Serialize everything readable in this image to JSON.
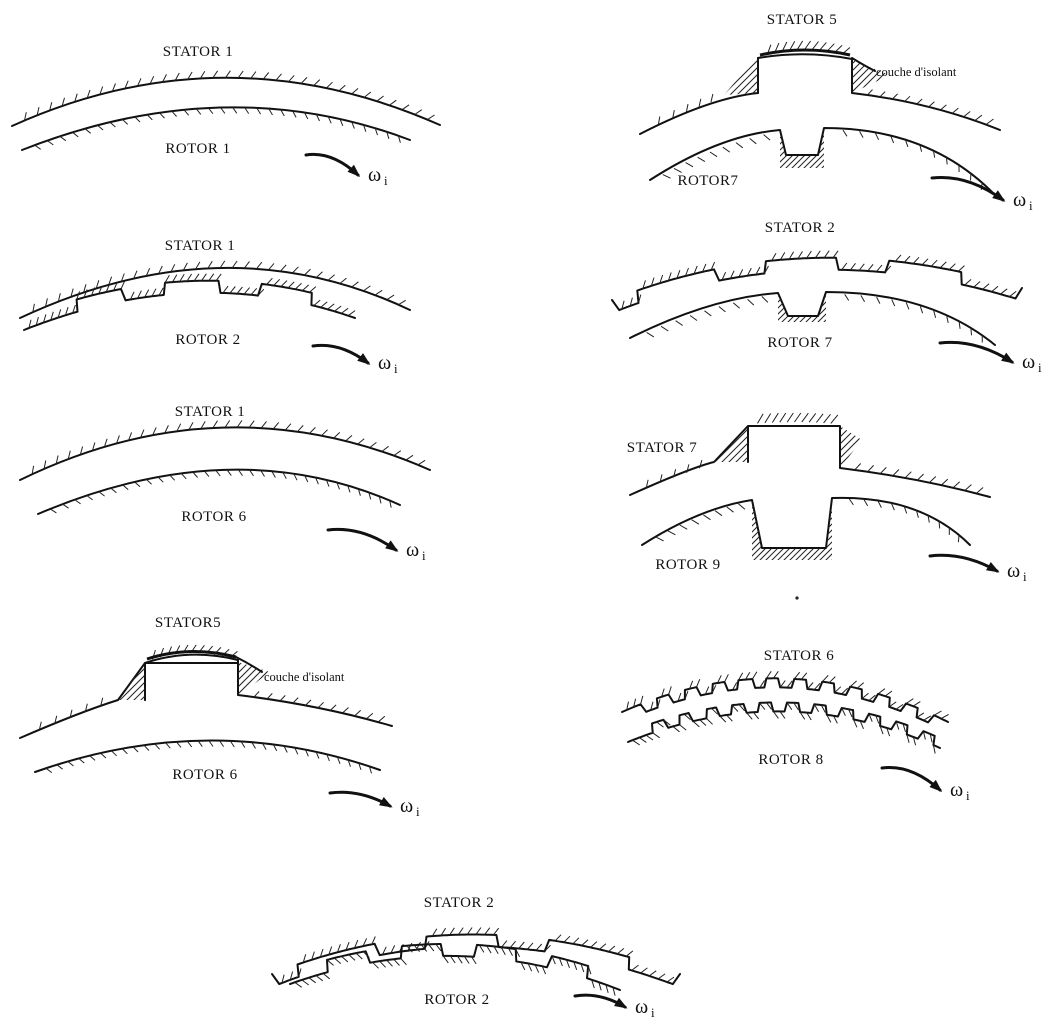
{
  "panels": [
    {
      "id": "p1",
      "stator": "STATOR 1",
      "rotor": "ROTOR 1",
      "omega": "ω",
      "omega_sub": "i"
    },
    {
      "id": "p2",
      "stator": "STATOR 1",
      "rotor": "ROTOR 2",
      "omega": "ω",
      "omega_sub": "i"
    },
    {
      "id": "p3",
      "stator": "STATOR 1",
      "rotor": "ROTOR 6",
      "omega": "ω",
      "omega_sub": "i"
    },
    {
      "id": "p4",
      "stator": "STATOR5",
      "rotor": "ROTOR 6",
      "omega": "ω",
      "omega_sub": "i",
      "note": "couche d'isolant"
    },
    {
      "id": "p5",
      "stator": "STATOR 5",
      "rotor": "ROTOR7",
      "omega": "ω",
      "omega_sub": "i",
      "note": "couche d'isolant"
    },
    {
      "id": "p6",
      "stator": "STATOR 2",
      "rotor": "ROTOR 7",
      "omega": "ω",
      "omega_sub": "i"
    },
    {
      "id": "p7",
      "stator": "STATOR 7",
      "rotor": "ROTOR 9",
      "omega": "ω",
      "omega_sub": "i"
    },
    {
      "id": "p8",
      "stator": "STATOR 6",
      "rotor": "ROTOR 8",
      "omega": "ω",
      "omega_sub": "i"
    },
    {
      "id": "p9",
      "stator": "STATOR 2",
      "rotor": "ROTOR 2",
      "omega": "ω",
      "omega_sub": "i"
    }
  ]
}
